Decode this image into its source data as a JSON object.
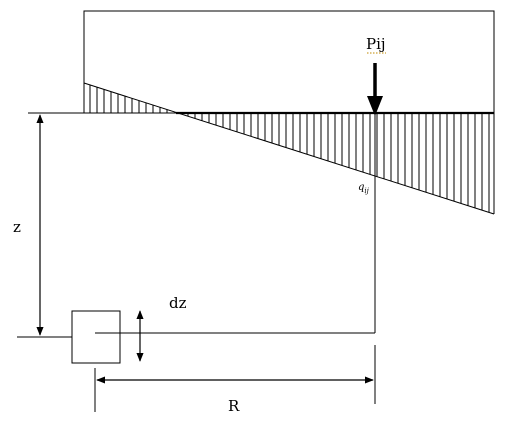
{
  "labels": {
    "load": "Pij",
    "stress": "q",
    "stress_sub": "ij",
    "depth": "z",
    "element_thickness": "dz",
    "radius": "R"
  },
  "colors": {
    "stroke": "#000000",
    "background": "#ffffff",
    "load_label_underline": "#c08a00"
  }
}
